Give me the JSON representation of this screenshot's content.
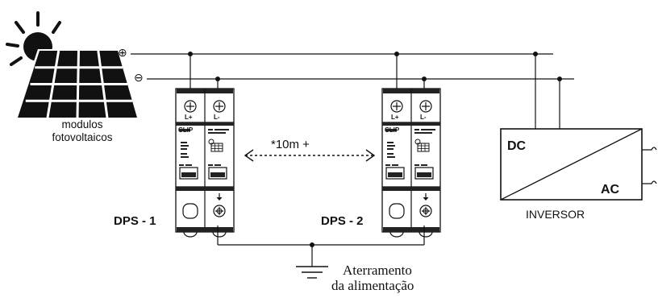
{
  "solar": {
    "label_line1": "modulos",
    "label_line2": "fotovoltaicos"
  },
  "bus": {
    "positive_symbol": "⊕",
    "negative_symbol": "⊖"
  },
  "dps": [
    {
      "label": "DPS - 1",
      "term_pos": "L+",
      "term_neg": "L-",
      "brand": "CLIP"
    },
    {
      "label": "DPS - 2",
      "term_pos": "L+",
      "term_neg": "L-",
      "brand": "CLIP"
    }
  ],
  "distance": {
    "label": "*10m +"
  },
  "inverter": {
    "dc": "DC",
    "ac": "AC",
    "label": "INVERSOR"
  },
  "ground": {
    "line1": "Aterramento",
    "line2": "da alimentação"
  },
  "colors": {
    "ink": "#111111",
    "background": "#ffffff"
  }
}
